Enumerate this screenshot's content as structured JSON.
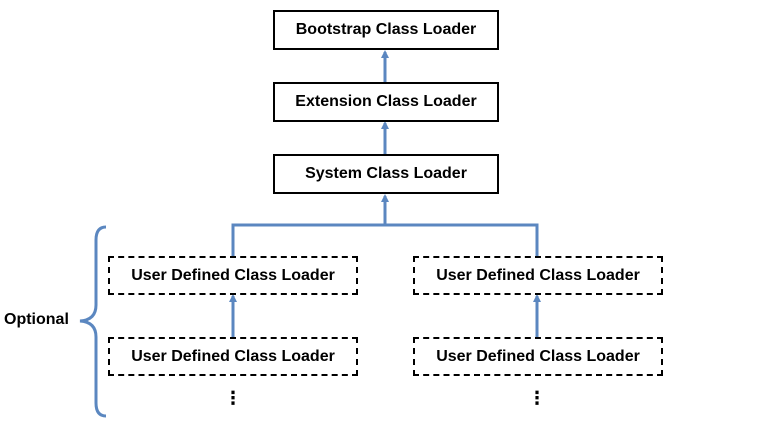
{
  "diagram": {
    "bootstrap_label": "Bootstrap Class Loader",
    "extension_label": "Extension Class Loader",
    "system_label": "System Class Loader",
    "user_left_top_label": "User Defined Class Loader",
    "user_left_bottom_label": "User Defined Class Loader",
    "user_right_top_label": "User Defined Class Loader",
    "user_right_bottom_label": "User Defined Class Loader",
    "ellipsis": "⋮",
    "optional_label": "Optional"
  },
  "colors": {
    "connector": "#5b87c0",
    "box_border": "#000000",
    "text": "#000000"
  }
}
